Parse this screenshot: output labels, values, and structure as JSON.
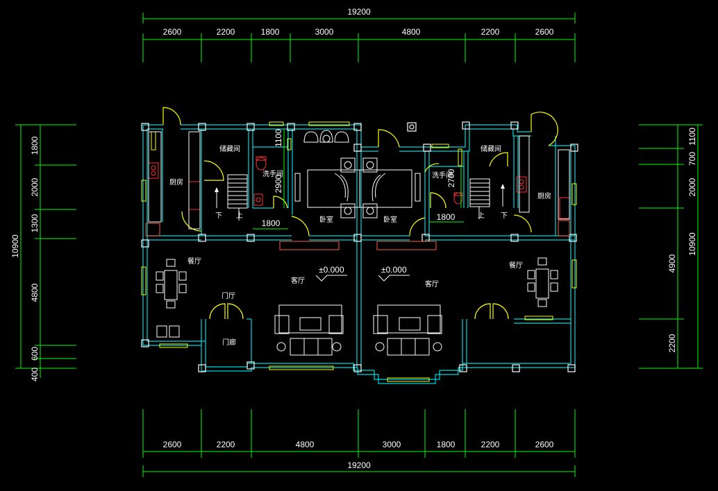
{
  "colors": {
    "background": "#000000",
    "dimension": "#00ff00",
    "wall": "#00d8e0",
    "column": "#ffffff",
    "door": "#ffff00",
    "window": "#ffff00",
    "furniture": "#ffffff",
    "fixture": "#ff3030",
    "sill": "#ff6040",
    "text": "#ffffff"
  },
  "dimensions": {
    "top_total": "19200",
    "top_segments": [
      "2600",
      "2200",
      "1800",
      "3000",
      "4800",
      "2200",
      "2600"
    ],
    "bottom_total": "19200",
    "bottom_segments": [
      "2600",
      "2200",
      "4800",
      "3000",
      "1800",
      "2200",
      "2600"
    ],
    "left_total": "10900",
    "left_segments": [
      "1800",
      "2000",
      "1300",
      "4800",
      "600",
      "400"
    ],
    "right_total": "10900",
    "right_segments": [
      "1100",
      "700",
      "2000",
      "4900",
      "2200"
    ]
  },
  "rooms": {
    "kitchen_left": "厨房",
    "kitchen_right": "厨房",
    "storage_left": "储藏间",
    "storage_right": "储藏间",
    "washroom_left": "洗手间",
    "washroom_right": "洗手间",
    "bedroom_left": "卧室",
    "bedroom_right": "卧室",
    "dining_left": "餐厅",
    "dining_right": "餐厅",
    "living_left": "客厅",
    "living_right": "客厅",
    "foyer": "门厅",
    "porch": "门廊"
  },
  "stairs": {
    "down_left": "下",
    "up_left": "上",
    "down_right": "下",
    "up_right": "上"
  },
  "inner_dims": {
    "left_h": "1800",
    "left_v1": "1100",
    "left_v2": "2900",
    "right_h": "1800",
    "right_v": "2700"
  },
  "levels": {
    "left": "±0.000",
    "right": "±0.000"
  }
}
